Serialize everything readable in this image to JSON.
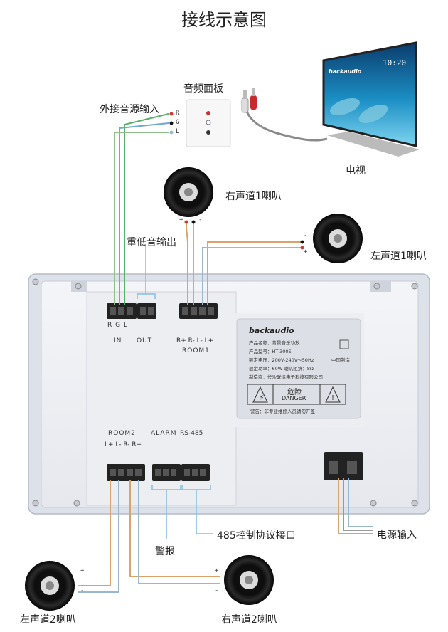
{
  "title": "接线示意图",
  "labels": {
    "audio_panel": "音频面板",
    "external_input": "外接音源输入",
    "tv": "电视",
    "right_speaker_1": "右声道1喇叭",
    "left_speaker_1": "左声道1喇叭",
    "subwoofer_out": "重低音输出",
    "left_speaker_2": "左声道2喇叭",
    "right_speaker_2": "右声道2喇叭",
    "alarm": "警报",
    "rs485_port": "485控制协议接口",
    "power_input": "电源输入"
  },
  "jack_labels": {
    "r": "R",
    "g": "G",
    "l": "L"
  },
  "polarity": {
    "plus": "+",
    "minus": "-"
  },
  "tv_screen": {
    "brand": "backaudio",
    "time": "10:20"
  },
  "device": {
    "in_pins": "R  G  L",
    "in_label": "IN",
    "out_label": "OUT",
    "room1_pins": "R+ R- L- L+",
    "room1_label": "ROOM1",
    "room2_label": "ROOM2",
    "room2_pins": "L+ L- R- R+",
    "alarm_label": "ALARM",
    "rs485_label": "RS-485"
  },
  "nameplate": {
    "brand": "backaudio",
    "rows": [
      "产品名称：背景音乐功放",
      "产品型号：HT-300S",
      "额定电压：200V-240V～50Hz",
      "额定功率：60W   喇叭阻抗：8Ω",
      "制造商：长沙联运电子科技有限公司"
    ],
    "made_in": "中国制造",
    "danger_cn": "危险",
    "danger_en": "DANGER",
    "warning": "警告：非专业维修人员请勿开盖"
  }
}
